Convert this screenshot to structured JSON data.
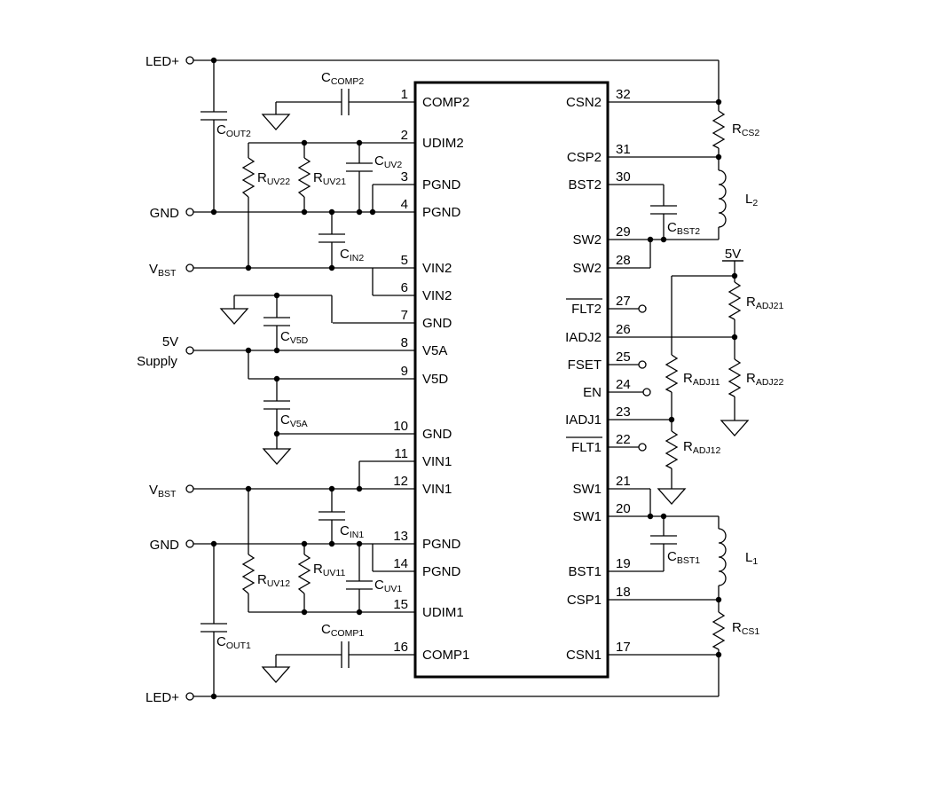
{
  "pins_left": [
    {
      "num": "1",
      "name": "COMP2"
    },
    {
      "num": "2",
      "name": "UDIM2"
    },
    {
      "num": "3",
      "name": "PGND"
    },
    {
      "num": "4",
      "name": "PGND"
    },
    {
      "num": "5",
      "name": "VIN2"
    },
    {
      "num": "6",
      "name": "VIN2"
    },
    {
      "num": "7",
      "name": "GND"
    },
    {
      "num": "8",
      "name": "V5A"
    },
    {
      "num": "9",
      "name": "V5D"
    },
    {
      "num": "10",
      "name": "GND"
    },
    {
      "num": "11",
      "name": "VIN1"
    },
    {
      "num": "12",
      "name": "VIN1"
    },
    {
      "num": "13",
      "name": "PGND"
    },
    {
      "num": "14",
      "name": "PGND"
    },
    {
      "num": "15",
      "name": "UDIM1"
    },
    {
      "num": "16",
      "name": "COMP1"
    }
  ],
  "pins_right": [
    {
      "num": "32",
      "name": "CSN2"
    },
    {
      "num": "31",
      "name": "CSP2"
    },
    {
      "num": "30",
      "name": "BST2"
    },
    {
      "num": "29",
      "name": "SW2"
    },
    {
      "num": "28",
      "name": "SW2"
    },
    {
      "num": "27",
      "name": "FLT2"
    },
    {
      "num": "26",
      "name": "IADJ2"
    },
    {
      "num": "25",
      "name": "FSET"
    },
    {
      "num": "24",
      "name": "EN"
    },
    {
      "num": "23",
      "name": "IADJ1"
    },
    {
      "num": "22",
      "name": "FLT1"
    },
    {
      "num": "21",
      "name": "SW1"
    },
    {
      "num": "20",
      "name": "SW1"
    },
    {
      "num": "19",
      "name": "BST1"
    },
    {
      "num": "18",
      "name": "CSP1"
    },
    {
      "num": "17",
      "name": "CSN1"
    }
  ],
  "terminals": {
    "led_plus_top": "LED+",
    "gnd_top": "GND",
    "vbst_top_main": "V",
    "vbst_top_sub": "BST",
    "supply_line1": "5V",
    "supply_line2": "Supply",
    "vbst_bot_main": "V",
    "vbst_bot_sub": "BST",
    "gnd_bot": "GND",
    "led_plus_bot": "LED+",
    "rail_5v": "5V"
  },
  "components": {
    "ccomp2": {
      "main": "C",
      "sub": "COMP2"
    },
    "cout2": {
      "main": "C",
      "sub": "OUT2"
    },
    "ruv22": {
      "main": "R",
      "sub": "UV22"
    },
    "ruv21": {
      "main": "R",
      "sub": "UV21"
    },
    "cuv2": {
      "main": "C",
      "sub": "UV2"
    },
    "cin2": {
      "main": "C",
      "sub": "IN2"
    },
    "cv5d": {
      "main": "C",
      "sub": "V5D"
    },
    "cv5a": {
      "main": "C",
      "sub": "V5A"
    },
    "cin1": {
      "main": "C",
      "sub": "IN1"
    },
    "ruv12": {
      "main": "R",
      "sub": "UV12"
    },
    "ruv11": {
      "main": "R",
      "sub": "UV11"
    },
    "cuv1": {
      "main": "C",
      "sub": "UV1"
    },
    "ccomp1": {
      "main": "C",
      "sub": "COMP1"
    },
    "cout1": {
      "main": "C",
      "sub": "OUT1"
    },
    "rcs2": {
      "main": "R",
      "sub": "CS2"
    },
    "l2": {
      "main": "L",
      "sub": "2"
    },
    "cbst2": {
      "main": "C",
      "sub": "BST2"
    },
    "radj21": {
      "main": "R",
      "sub": "ADJ21"
    },
    "radj22": {
      "main": "R",
      "sub": "ADJ22"
    },
    "radj11": {
      "main": "R",
      "sub": "ADJ11"
    },
    "radj12": {
      "main": "R",
      "sub": "ADJ12"
    },
    "cbst1": {
      "main": "C",
      "sub": "BST1"
    },
    "l1": {
      "main": "L",
      "sub": "1"
    },
    "rcs1": {
      "main": "R",
      "sub": "CS1"
    }
  }
}
